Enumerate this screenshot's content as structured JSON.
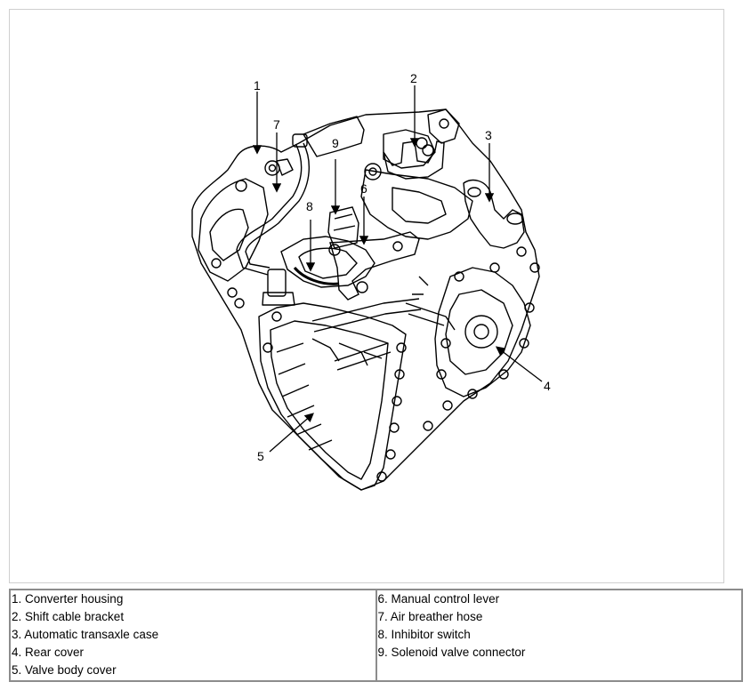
{
  "callouts": {
    "c1": "1",
    "c2": "2",
    "c3": "3",
    "c4": "4",
    "c5": "5",
    "c6": "6",
    "c7": "7",
    "c8": "8",
    "c9": "9"
  },
  "legend": {
    "left": [
      "1. Converter housing",
      "2. Shift cable bracket",
      "3. Automatic transaxle case",
      "4. Rear cover",
      "5. Valve body cover"
    ],
    "right": [
      "6. Manual control lever",
      "7. Air breather hose",
      "8. Inhibitor switch",
      "9. Solenoid valve connector"
    ]
  }
}
